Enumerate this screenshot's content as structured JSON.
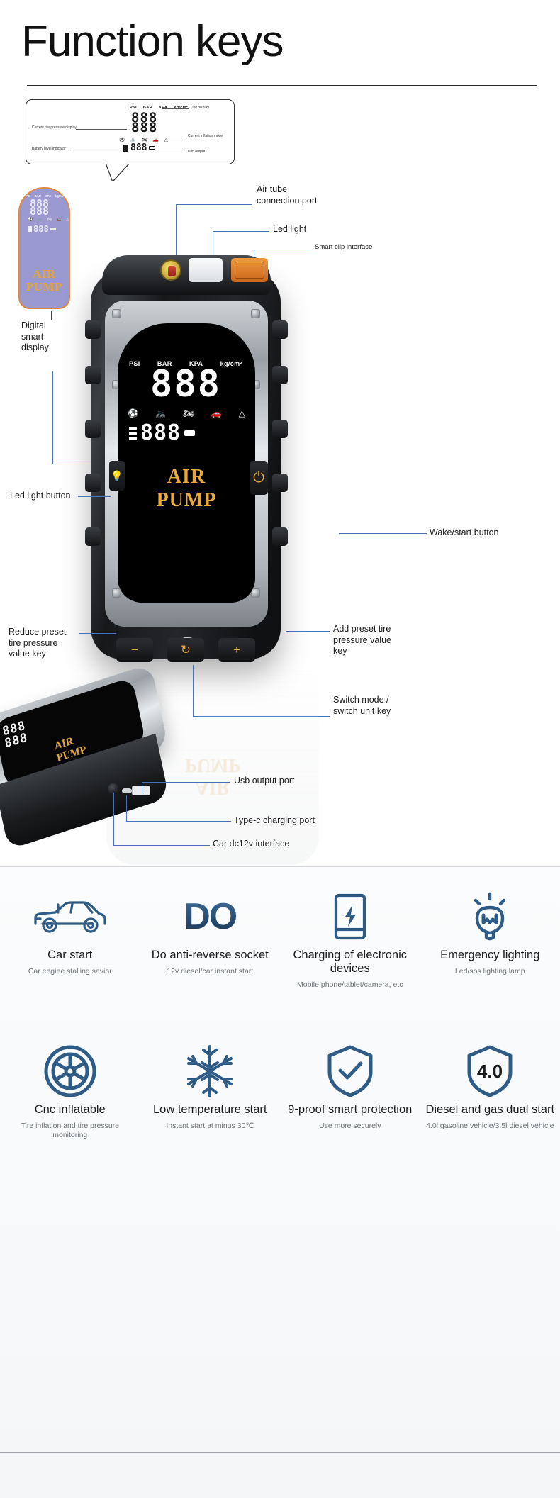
{
  "page": {
    "title": "Function keys"
  },
  "lcd_legend_bubble": {
    "units": [
      "PSI",
      "BAR",
      "KPA",
      "kg/cm²"
    ],
    "main_digits": "888",
    "sub_digits": "888",
    "labels": {
      "current_tire_pressure_display": "Current tire pressure display",
      "unit_display": "Unit display",
      "current_inflation_mode": "Current inflation mode",
      "usb_output": "Usb output",
      "battery_level_indicator": "Battery level indicator"
    },
    "mode_icons": [
      "ball-icon",
      "bicycle-icon",
      "motorcycle-icon",
      "car-icon",
      "warning-icon"
    ]
  },
  "purple_display_callout": {
    "units": [
      "PSI",
      "BAR",
      "KPA",
      "kg/cm²"
    ],
    "main_digits": "888",
    "sub_digits": "888",
    "brand_line1": "AIR",
    "brand_line2": "PUMP",
    "label": "Digital smart display"
  },
  "product": {
    "screen": {
      "units": [
        "PSI",
        "BAR",
        "KPA",
        "kg/cm²"
      ],
      "main_digits": "888",
      "sub_digits": "888",
      "brand_line1": "AIR",
      "brand_line2": "PUMP",
      "mode_icons": [
        "ball-icon",
        "bicycle-icon",
        "motorcycle-icon",
        "car-icon",
        "warning-icon"
      ]
    },
    "buttons": {
      "led": "led-light-icon",
      "power": "power-icon",
      "minus": "−",
      "mode": "↻",
      "plus": "+"
    }
  },
  "annotations": {
    "air_tube_connection_port": "Air tube\nconnection port",
    "led_light": "Led light",
    "smart_clip_interface": "Smart clip interface",
    "digital_smart_display": "Digital\nsmart\ndisplay",
    "led_light_button": "Led light button",
    "wake_start_button": "Wake/start button",
    "reduce_preset": "Reduce preset\ntire pressure\nvalue key",
    "add_preset": "Add preset tire\npressure value\nkey",
    "switch_mode": "Switch mode /\nswitch unit key",
    "usb_output_port": "Usb output port",
    "type_c_charging_port": "Type-c charging port",
    "car_dc12v_interface": "Car dc12v interface"
  },
  "features": {
    "row1": [
      {
        "icon": "suv-car-icon",
        "title": "Car start",
        "subtitle": "Car engine stalling savior"
      },
      {
        "icon": "do-logo-icon",
        "title": "Do anti-reverse socket",
        "subtitle": "12v diesel/car instant start"
      },
      {
        "icon": "phone-charging-icon",
        "title": "Charging of electronic devices",
        "subtitle": "Mobile phone/tablet/camera, etc"
      },
      {
        "icon": "lightbulb-icon",
        "title": "Emergency lighting",
        "subtitle": "Led/sos lighting lamp"
      }
    ],
    "row2": [
      {
        "icon": "wheel-icon",
        "title": "Cnc inflatable",
        "subtitle": "Tire inflation and tire pressure monitoring"
      },
      {
        "icon": "snowflake-icon",
        "title": "Low temperature start",
        "subtitle": "Instant start at minus 30℃"
      },
      {
        "icon": "shield-check-icon",
        "title": "9-proof smart protection",
        "subtitle": "Use more securely"
      },
      {
        "icon": "shield-4-0-icon",
        "title": "Diesel and gas dual start",
        "subtitle": "4.0l gasoline vehicle/3.5l diesel vehicle"
      }
    ]
  },
  "colors": {
    "accent_orange": "#e9a93a",
    "lead_blue": "#4a6fb5",
    "icon_blue": "#2e5c86"
  }
}
